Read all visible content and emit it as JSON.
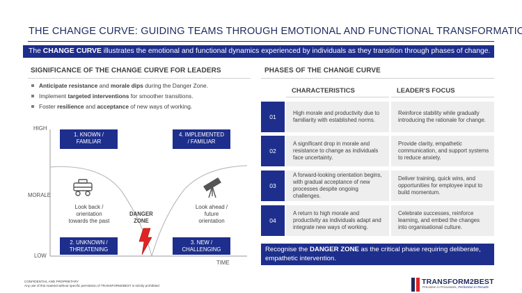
{
  "title": "THE CHANGE CURVE: GUIDING TEAMS THROUGH EMOTIONAL AND FUNCTIONAL TRANSFORMATION",
  "banner": {
    "pre": "The ",
    "bold": "CHANGE CURVE",
    "post": " illustrates the emotional and functional dynamics experienced by individuals as they transition through phases of change."
  },
  "significance": {
    "heading": "SIGNIFICANCE OF THE CHANGE CURVE FOR LEADERS",
    "bullets": [
      {
        "b1": "Anticipate resistance",
        "t1": " and ",
        "b2": "morale dips",
        "t2": " during the Danger Zone."
      },
      {
        "t0": "Implement ",
        "b1": "targeted interventions",
        "t1": " for smoother transitions."
      },
      {
        "t0": "Foster ",
        "b1": "resilience",
        "t1": " and ",
        "b2": "acceptance",
        "t2": " of new ways of working."
      }
    ]
  },
  "curve": {
    "y_high": "HIGH",
    "y_mid": "MORALE",
    "y_low": "LOW",
    "x_label": "TIME",
    "stages": [
      {
        "num": "1.",
        "line1": "KNOWN /",
        "line2": "FAMILIAR"
      },
      {
        "num": "2.",
        "line1": "UNKNOWN /",
        "line2": "THREATENING"
      },
      {
        "num": "3.",
        "line1": "NEW /",
        "line2": "CHALLENGING"
      },
      {
        "num": "4.",
        "line1": "IMPLEMENTED",
        "line2": "/ FAMILIAR"
      }
    ],
    "look_back": {
      "l1": "Look back /",
      "l2": "orientation",
      "l3": "towards the past"
    },
    "look_ahead": {
      "l1": "Look ahead /",
      "l2": "future",
      "l3": "orientation"
    },
    "danger": {
      "l1": "DANGER",
      "l2": "ZONE"
    }
  },
  "phases": {
    "heading": "PHASES OF THE CHANGE CURVE",
    "col_characteristics": "CHARACTERISTICS",
    "col_focus": "LEADER'S FOCUS",
    "rows": [
      {
        "num": "01",
        "characteristics": "High morale and productivity due to familiarity with established norms.",
        "focus": "Reinforce stability while gradually introducing the rationale for change."
      },
      {
        "num": "02",
        "characteristics": "A significant drop in morale and resistance to change as individuals face uncertainty.",
        "focus": "Provide clarity, empathetic communication, and support systems to reduce anxiety."
      },
      {
        "num": "03",
        "characteristics": "A forward-looking orientation begins, with gradual acceptance of new processes despite ongoing challenges.",
        "focus": "Deliver training, quick wins, and opportunities for employee input to build momentum."
      },
      {
        "num": "04",
        "characteristics": "A return to high morale and productivity as individuals adapt and integrate new ways of working.",
        "focus": "Celebrate successes, reinforce learning, and embed the changes into organisational culture."
      }
    ]
  },
  "recognise": {
    "pre": "Recognise the ",
    "bold": "DANGER ZONE",
    "post": " as the critical phase requiring deliberate, empathetic intervention."
  },
  "footer": {
    "conf1": "CONFIDENTIAL AND PROPRIETARY",
    "conf2": "Any use of this material without specific permission of TRANSFORM2BEST is strictly prohibited",
    "logo": "TRANSFORM2BEST",
    "tag1": "Precision in Processes, ",
    "tag2": "Perfection in Results"
  },
  "colors": {
    "navy": "#1e2e8c",
    "title": "#1f2a5c",
    "danger_red": "#e02424",
    "cell_bg": "#eeeeee"
  }
}
